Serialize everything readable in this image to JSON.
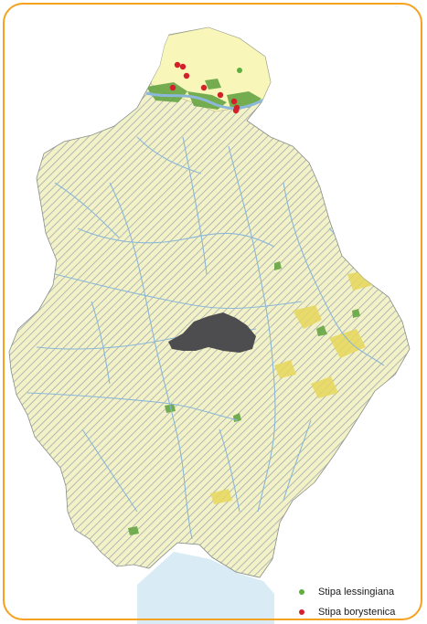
{
  "colors": {
    "frame": "#f4a21f",
    "land_fill": "#f3f2c7",
    "hatch": "#a1a9b2",
    "rivers": "#8bb7d8",
    "sea": "#d9ecf6",
    "green_patches": "#65a544",
    "yellow_patches": "#e6d85c",
    "urban": "#4d4d50",
    "north_area": "#f8f6b8"
  },
  "legend": {
    "items": [
      {
        "label": "Stipa lessingiana",
        "color": "#5daf3f",
        "icon": "green-dot"
      },
      {
        "label": "Stipa borystenica",
        "color": "#d4202a",
        "icon": "red-dot"
      }
    ]
  },
  "observations": {
    "stipa_lessingiana_count": 1,
    "stipa_borystenica_count": 9
  }
}
